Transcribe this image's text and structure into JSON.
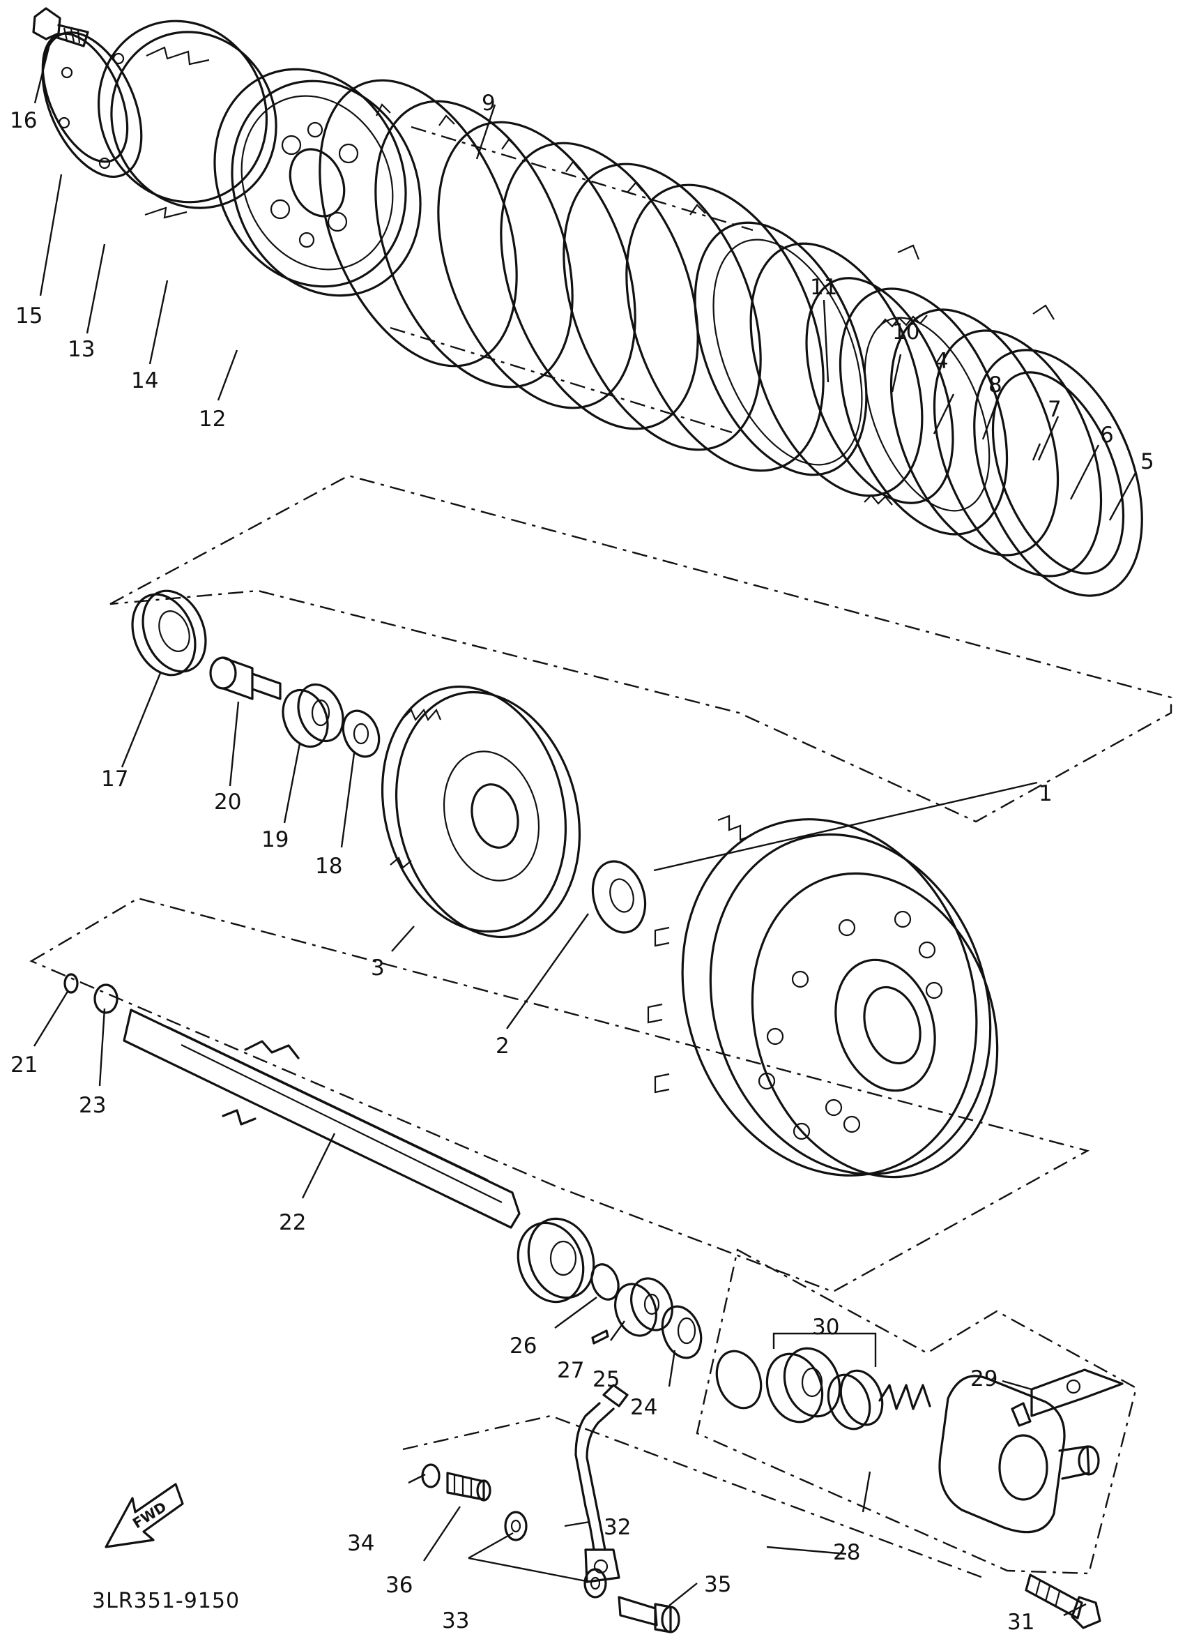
{
  "diagram": {
    "code": "3LR351-9150",
    "fwd_label": "FWD",
    "parts": [
      {
        "key": "p1",
        "num": "1"
      },
      {
        "key": "p2",
        "num": "2"
      },
      {
        "key": "p3",
        "num": "3"
      },
      {
        "key": "p4",
        "num": "4"
      },
      {
        "key": "p5",
        "num": "5"
      },
      {
        "key": "p6",
        "num": "6"
      },
      {
        "key": "p7",
        "num": "7"
      },
      {
        "key": "p8",
        "num": "8"
      },
      {
        "key": "p9",
        "num": "9"
      },
      {
        "key": "p10",
        "num": "10"
      },
      {
        "key": "p11",
        "num": "11"
      },
      {
        "key": "p12",
        "num": "12"
      },
      {
        "key": "p13",
        "num": "13"
      },
      {
        "key": "p14",
        "num": "14"
      },
      {
        "key": "p15",
        "num": "15"
      },
      {
        "key": "p16",
        "num": "16"
      },
      {
        "key": "p17",
        "num": "17"
      },
      {
        "key": "p18",
        "num": "18"
      },
      {
        "key": "p19",
        "num": "19"
      },
      {
        "key": "p20",
        "num": "20"
      },
      {
        "key": "p21",
        "num": "21"
      },
      {
        "key": "p22",
        "num": "22"
      },
      {
        "key": "p23",
        "num": "23"
      },
      {
        "key": "p24",
        "num": "24"
      },
      {
        "key": "p25",
        "num": "25"
      },
      {
        "key": "p26",
        "num": "26"
      },
      {
        "key": "p27",
        "num": "27"
      },
      {
        "key": "p28",
        "num": "28"
      },
      {
        "key": "p29",
        "num": "29"
      },
      {
        "key": "p30",
        "num": "30"
      },
      {
        "key": "p31",
        "num": "31"
      },
      {
        "key": "p32",
        "num": "32"
      },
      {
        "key": "p33",
        "num": "33"
      },
      {
        "key": "p34",
        "num": "34"
      },
      {
        "key": "p35",
        "num": "35"
      },
      {
        "key": "p36",
        "num": "36"
      }
    ]
  }
}
